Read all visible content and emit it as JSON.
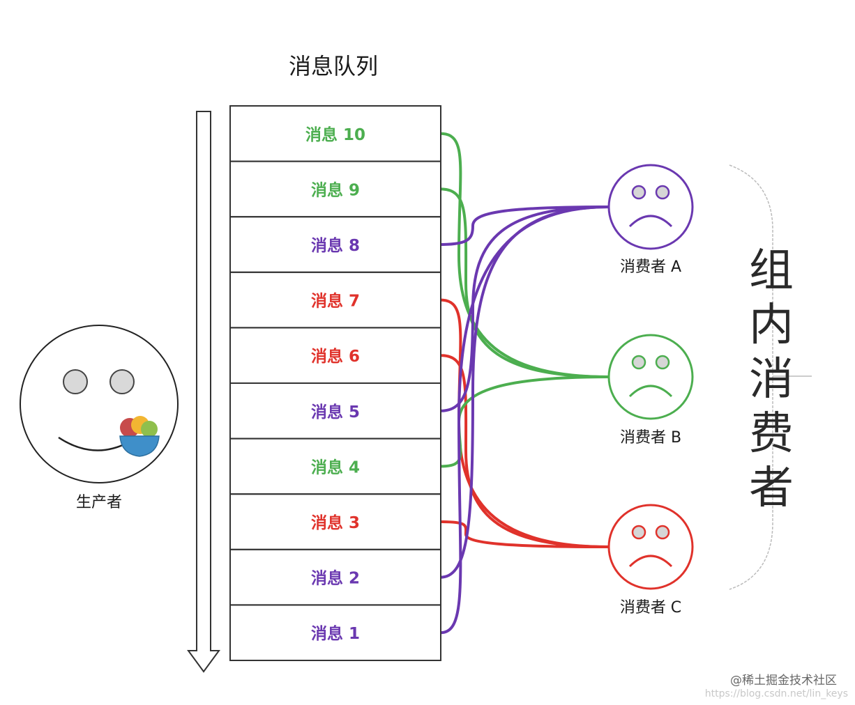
{
  "queue_title": "消息队列",
  "colors": {
    "green": "#4cae4f",
    "purple": "#6a38b0",
    "red": "#e0322b"
  },
  "messages": [
    {
      "label": "消息 10",
      "color": "green"
    },
    {
      "label": "消息 9",
      "color": "green"
    },
    {
      "label": "消息 8",
      "color": "purple"
    },
    {
      "label": "消息 7",
      "color": "red"
    },
    {
      "label": "消息 6",
      "color": "red"
    },
    {
      "label": "消息 5",
      "color": "purple"
    },
    {
      "label": "消息 4",
      "color": "green"
    },
    {
      "label": "消息 3",
      "color": "red"
    },
    {
      "label": "消息 2",
      "color": "purple"
    },
    {
      "label": "消息 1",
      "color": "purple"
    }
  ],
  "producer": {
    "label": "生产者",
    "icon": "smiley-face-icon"
  },
  "consumers": [
    {
      "label": "消费者 A",
      "color": "purple",
      "icon": "sad-face-icon"
    },
    {
      "label": "消费者 B",
      "color": "green",
      "icon": "sad-face-icon"
    },
    {
      "label": "消费者 C",
      "color": "red",
      "icon": "sad-face-icon"
    }
  ],
  "group_label": [
    "组",
    "内",
    "消",
    "费",
    "者"
  ],
  "watermark": {
    "brand": "@稀土掘金技术社区",
    "url": "https://blog.csdn.net/lin_keys"
  }
}
